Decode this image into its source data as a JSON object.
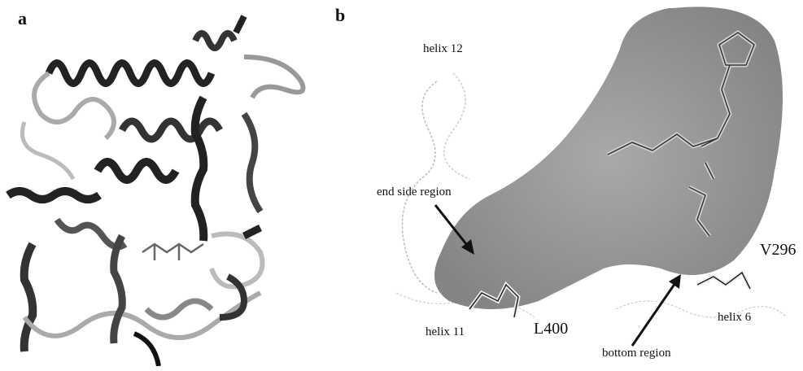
{
  "panels": {
    "a": {
      "letter": "a"
    },
    "b": {
      "letter": "b",
      "labels": {
        "helix12": "helix 12",
        "end_side_region": "end side region",
        "helix11": "helix 11",
        "l400": "L400",
        "bottom_region": "bottom region",
        "helix6": "helix 6",
        "v296": "V296"
      }
    }
  }
}
